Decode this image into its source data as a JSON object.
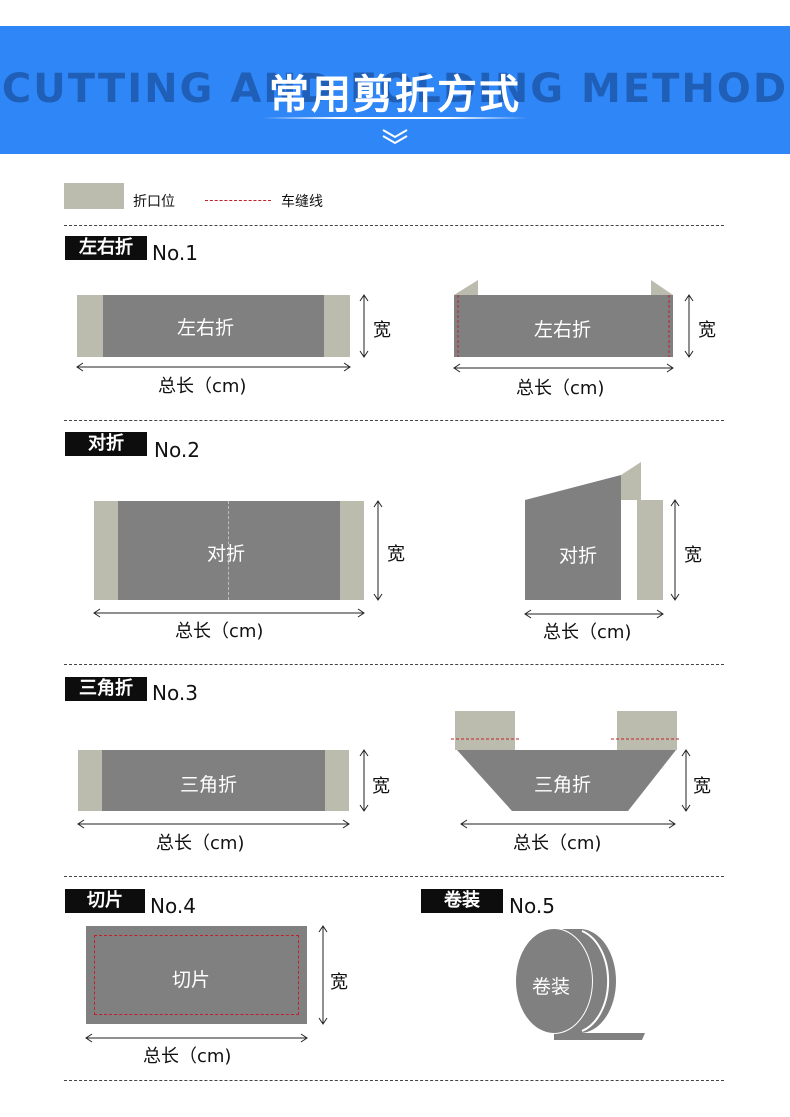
{
  "header": {
    "bg_text": "CUTTING AND FOLDING METHOD",
    "title": "常用剪折方式"
  },
  "legend": {
    "fold_label": "折口位",
    "seam_label": "车缝线"
  },
  "colors": {
    "banner": "#2f86f6",
    "fabric": "#808080",
    "fold": "#bcbcae",
    "seam": "#c0202a"
  },
  "dimension": {
    "width": "宽",
    "length": "总长（cm)"
  },
  "sections": [
    {
      "tag": "左右折",
      "num": "No.1",
      "label": "左右折"
    },
    {
      "tag": "对折",
      "num": "No.2",
      "label": "对折"
    },
    {
      "tag": "三角折",
      "num": "No.3",
      "label": "三角折"
    },
    {
      "tag": "切片",
      "num": "No.4",
      "label": "切片"
    },
    {
      "tag": "卷装",
      "num": "No.5",
      "label": "卷装"
    }
  ]
}
